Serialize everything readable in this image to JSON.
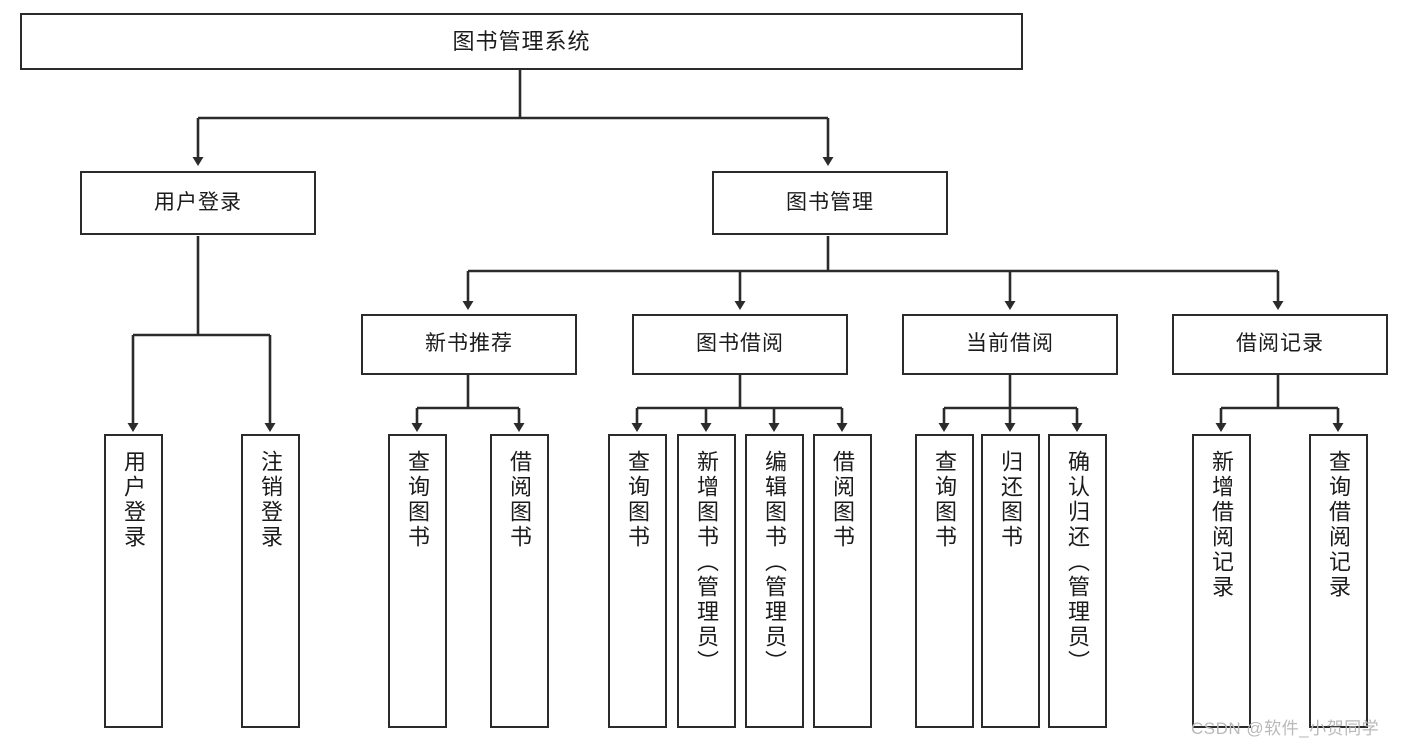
{
  "diagram": {
    "type": "tree-hierarchy-diagram",
    "title": "图书管理系统",
    "watermark": "CSDN @软件_小贺同学",
    "colors": {
      "box_border": "#2b2b2b",
      "box_fill": "#ffffff",
      "connector": "#2b2b2b",
      "text": "#1b1b1b",
      "watermark": "#b9b9b9"
    },
    "levels": {
      "root": {
        "label": "图书管理系统"
      },
      "level2": [
        {
          "label": "用户登录"
        },
        {
          "label": "图书管理"
        }
      ],
      "level3": [
        {
          "label": "新书推荐"
        },
        {
          "label": "图书借阅"
        },
        {
          "label": "当前借阅"
        },
        {
          "label": "借阅记录"
        }
      ],
      "leaves": {
        "user_login": [
          {
            "label": "用户登录"
          },
          {
            "label": "注销登录"
          }
        ],
        "new_book_recommend": [
          {
            "label": "查询图书"
          },
          {
            "label": "借阅图书"
          }
        ],
        "book_borrow": [
          {
            "label": "查询图书"
          },
          {
            "label": "新增图书（管理员）"
          },
          {
            "label": "编辑图书（管理员）"
          },
          {
            "label": "借阅图书"
          }
        ],
        "current_borrow": [
          {
            "label": "查询图书"
          },
          {
            "label": "归还图书"
          },
          {
            "label": "确认归还（管理员）"
          }
        ],
        "borrow_record": [
          {
            "label": "新增借阅记录"
          },
          {
            "label": "查询借阅记录"
          }
        ]
      }
    }
  }
}
